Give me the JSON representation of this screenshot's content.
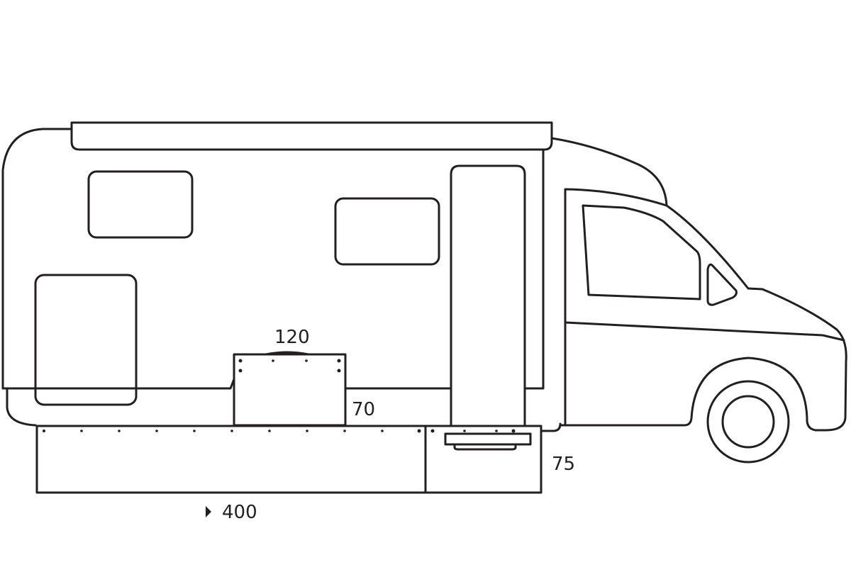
{
  "dimensions": {
    "box_width": "120",
    "box_height": "70",
    "step_height": "75",
    "skirt_length": "400"
  },
  "colors": {
    "line": "#231f20",
    "background": "#ffffff"
  }
}
